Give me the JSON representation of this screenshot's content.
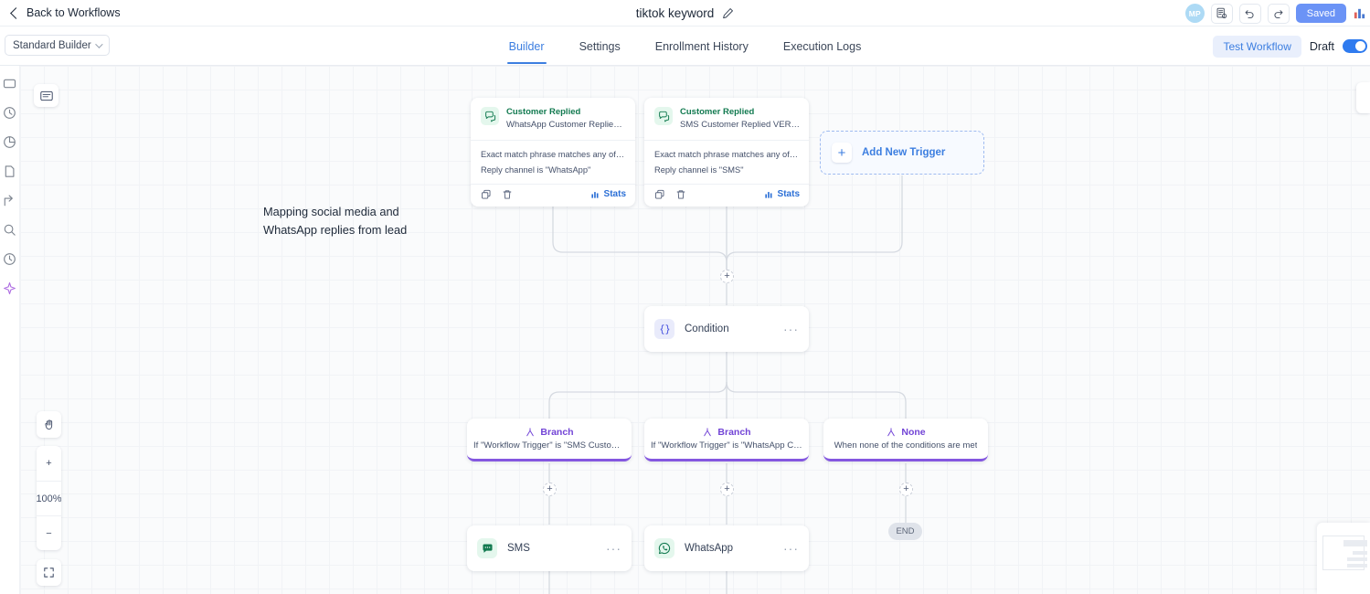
{
  "topbar": {
    "back_label": "Back to Workflows",
    "workflow_title": "tiktok keyword",
    "edit_icon": "pencil-icon",
    "avatar_initials": "MP",
    "saved_label": "Saved",
    "undo_icon": "undo-icon",
    "redo_icon": "redo-icon",
    "notes_icon": "notes-icon",
    "analytics_icon": "bar-chart-icon"
  },
  "tabbar": {
    "builder_select": "Standard Builder",
    "tabs": [
      {
        "label": "Builder",
        "active": true
      },
      {
        "label": "Settings",
        "active": false
      },
      {
        "label": "Enrollment History",
        "active": false
      },
      {
        "label": "Execution Logs",
        "active": false
      }
    ],
    "test_workflow_label": "Test Workflow",
    "draft_label": "Draft",
    "draft_enabled": true
  },
  "canvas": {
    "annotation": "Mapping social media and WhatsApp replies from lead",
    "zoom_level": "100%",
    "zoom_in": "+",
    "zoom_out": "−",
    "end_label": "END",
    "add_trigger_label": "Add New Trigger",
    "plus_label": "+"
  },
  "triggers": [
    {
      "title": "Customer Replied",
      "subtitle": "WhatsApp Customer Replied ...",
      "conditions": [
        "Exact match phrase matches any of \"V...",
        "Reply channel is \"WhatsApp\""
      ],
      "stats_label": "Stats",
      "copy_icon": "copy-icon",
      "delete_icon": "trash-icon",
      "stats_icon": "bar-chart-icon",
      "type_icon": "chat-bubble-icon"
    },
    {
      "title": "Customer Replied",
      "subtitle": "SMS Customer Replied VERDE",
      "conditions": [
        "Exact match phrase matches any of \"V...",
        "Reply channel is \"SMS\""
      ],
      "stats_label": "Stats",
      "copy_icon": "copy-icon",
      "delete_icon": "trash-icon",
      "stats_icon": "bar-chart-icon",
      "type_icon": "chat-bubble-icon"
    }
  ],
  "condition_node": {
    "label": "Condition",
    "icon": "braces-icon",
    "menu": "···"
  },
  "branches": [
    {
      "title": "Branch",
      "subtitle": "If \"Workflow Trigger\" is \"SMS Custome...",
      "icon": "branch-icon"
    },
    {
      "title": "Branch",
      "subtitle": "If \"Workflow Trigger\" is \"WhatsApp Cu...",
      "icon": "branch-icon"
    },
    {
      "title": "None",
      "subtitle": "When none of the conditions are met",
      "icon": "branch-icon"
    }
  ],
  "action_nodes": [
    {
      "label": "SMS",
      "icon": "sms-icon",
      "menu": "···"
    },
    {
      "label": "WhatsApp",
      "icon": "whatsapp-icon",
      "menu": "···"
    }
  ],
  "colors": {
    "accent_blue": "#3c7ee0",
    "saved_blue": "#6b93f6",
    "branch_purple": "#7244d6",
    "trigger_green": "#127a50",
    "canvas_bg": "#fafbfc"
  }
}
